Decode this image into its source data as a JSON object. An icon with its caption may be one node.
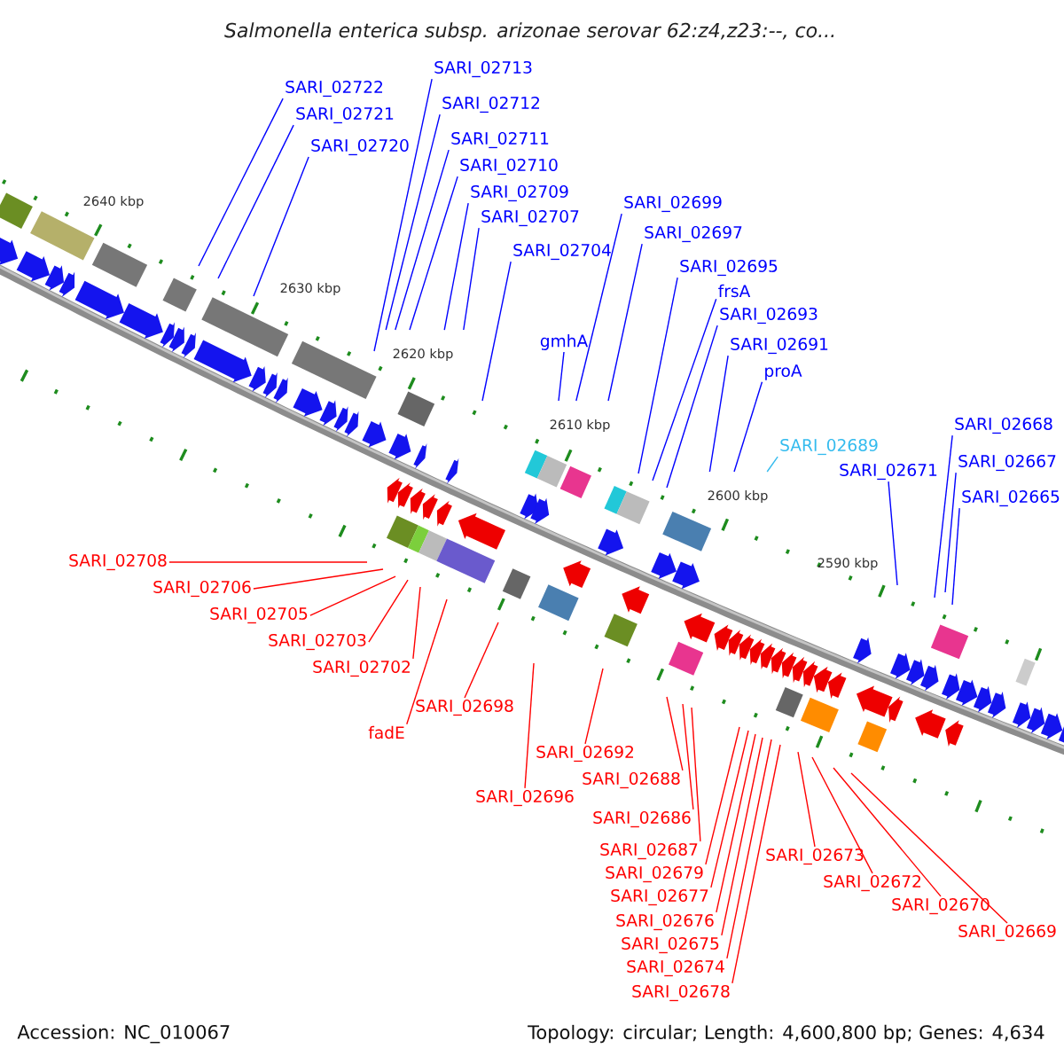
{
  "diagram": {
    "title": "Salmonella enterica subsp. arizonae serovar 62:z4,z23:--, co...",
    "nodes": [
      {
        "text": [
          "SARI_02722"
        ]
      },
      {
        "text": [
          "SARI_02721"
        ]
      },
      {
        "text": [
          "SARI_02720"
        ]
      },
      {
        "text": [
          "SARI_02713"
        ]
      },
      {
        "text": [
          "SARI_02712"
        ]
      },
      {
        "text": [
          "SARI_02711"
        ]
      },
      {
        "text": [
          "SARI_02710"
        ]
      },
      {
        "text": [
          "SARI_02709"
        ]
      },
      {
        "text": [
          "SARI_02707"
        ]
      },
      {
        "text": [
          "SARI_02704"
        ]
      },
      {
        "text": [
          "SARI_02699"
        ]
      },
      {
        "text": [
          "SARI_02697"
        ]
      },
      {
        "text": [
          "SARI_02695"
        ]
      },
      {
        "text": [
          "frsA"
        ]
      },
      {
        "text": [
          "SARI_02693"
        ]
      },
      {
        "text": [
          "SARI_02691"
        ]
      },
      {
        "text": [
          "gmhA"
        ]
      },
      {
        "text": [
          "proA"
        ]
      },
      {
        "text": [
          "SARI_02689"
        ]
      },
      {
        "text": [
          "SARI_02671"
        ]
      },
      {
        "text": [
          "SARI_02668"
        ]
      },
      {
        "text": [
          "SARI_02667"
        ]
      },
      {
        "text": [
          "SARI_02665"
        ]
      },
      {
        "text": [
          "SARI_02708"
        ]
      },
      {
        "text": [
          "SARI_02706"
        ]
      },
      {
        "text": [
          "SARI_02705"
        ]
      },
      {
        "text": [
          "SARI_02703"
        ]
      },
      {
        "text": [
          "SARI_02702"
        ]
      },
      {
        "text": [
          "fadE"
        ]
      },
      {
        "text": [
          "SARI_02698"
        ]
      },
      {
        "text": [
          "SARI_02696"
        ]
      },
      {
        "text": [
          "SARI_02692"
        ]
      },
      {
        "text": [
          "SARI_02688"
        ]
      },
      {
        "text": [
          "SARI_02686"
        ]
      },
      {
        "text": [
          "SARI_02687"
        ]
      },
      {
        "text": [
          "SARI_02678"
        ]
      },
      {
        "text": [
          "SARI_02674"
        ]
      },
      {
        "text": [
          "SARI_02675"
        ]
      },
      {
        "text": [
          "SARI_02676"
        ]
      },
      {
        "text": [
          "SARI_02677"
        ]
      },
      {
        "text": [
          "SARI_02679"
        ]
      },
      {
        "text": [
          "SARI_02673"
        ]
      },
      {
        "text": [
          "SARI_02672"
        ]
      },
      {
        "text": [
          "SARI_02670"
        ]
      },
      {
        "text": [
          "SARI_02669"
        ]
      }
    ],
    "edges": [
      {
        "from": 0,
        "to": null,
        "arrow": "none"
      },
      {
        "from": 1,
        "to": null,
        "arrow": "none"
      },
      {
        "from": 2,
        "to": null,
        "arrow": "none"
      },
      {
        "from": 3,
        "to": null,
        "arrow": "none"
      },
      {
        "from": 4,
        "to": null,
        "arrow": "none"
      },
      {
        "from": 5,
        "to": null,
        "arrow": "none"
      },
      {
        "from": 6,
        "to": null,
        "arrow": "none"
      },
      {
        "from": 7,
        "to": null,
        "arrow": "none"
      },
      {
        "from": 8,
        "to": null,
        "arrow": "none"
      },
      {
        "from": 9,
        "to": null,
        "arrow": "none"
      },
      {
        "from": 10,
        "to": null,
        "arrow": "none"
      },
      {
        "from": 11,
        "to": null,
        "arrow": "none"
      },
      {
        "from": 12,
        "to": null,
        "arrow": "none"
      },
      {
        "from": 13,
        "to": null,
        "arrow": "none"
      },
      {
        "from": 14,
        "to": null,
        "arrow": "none"
      },
      {
        "from": 15,
        "to": null,
        "arrow": "none"
      },
      {
        "from": 16,
        "to": null,
        "arrow": "none"
      },
      {
        "from": 17,
        "to": null,
        "arrow": "none"
      },
      {
        "from": 18,
        "to": null,
        "arrow": "none",
        "color": "#33bbee"
      },
      {
        "from": 19,
        "to": null,
        "arrow": "none"
      },
      {
        "from": 20,
        "to": null,
        "arrow": "none"
      },
      {
        "from": 21,
        "to": null,
        "arrow": "none"
      },
      {
        "from": 22,
        "to": null,
        "arrow": "none"
      },
      {
        "from": 23,
        "to": null,
        "arrow": "none",
        "color": "#ff0000"
      },
      {
        "from": 24,
        "to": null,
        "arrow": "none",
        "color": "#ff0000"
      },
      {
        "from": 25,
        "to": null,
        "arrow": "none",
        "color": "#ff0000"
      },
      {
        "from": 26,
        "to": null,
        "arrow": "none",
        "color": "#ff0000"
      },
      {
        "from": 27,
        "to": null,
        "arrow": "none",
        "color": "#ff0000"
      },
      {
        "from": 28,
        "to": null,
        "arrow": "none",
        "color": "#ff0000"
      },
      {
        "from": 29,
        "to": null,
        "arrow": "none",
        "color": "#ff0000"
      },
      {
        "from": 30,
        "to": null,
        "arrow": "none",
        "color": "#ff0000"
      },
      {
        "from": 31,
        "to": null,
        "arrow": "none",
        "color": "#ff0000"
      },
      {
        "from": 32,
        "to": null,
        "arrow": "none",
        "color": "#ff0000"
      },
      {
        "from": 33,
        "to": null,
        "arrow": "none",
        "color": "#ff0000"
      },
      {
        "from": 34,
        "to": null,
        "arrow": "none",
        "color": "#ff0000"
      },
      {
        "from": 35,
        "to": null,
        "arrow": "none",
        "color": "#ff0000"
      },
      {
        "from": 36,
        "to": null,
        "arrow": "none",
        "color": "#ff0000"
      },
      {
        "from": 37,
        "to": null,
        "arrow": "none",
        "color": "#ff0000"
      },
      {
        "from": 38,
        "to": null,
        "arrow": "none",
        "color": "#ff0000"
      },
      {
        "from": 39,
        "to": null,
        "arrow": "none",
        "color": "#ff0000"
      },
      {
        "from": 40,
        "to": null,
        "arrow": "none",
        "color": "#ff0000"
      },
      {
        "from": 41,
        "to": null,
        "arrow": "none",
        "color": "#ff0000"
      },
      {
        "from": 42,
        "to": null,
        "arrow": "none",
        "color": "#ff0000"
      },
      {
        "from": 43,
        "to": null,
        "arrow": "none",
        "color": "#ff0000"
      },
      {
        "from": 44,
        "to": null,
        "arrow": "none",
        "color": "#ff0000"
      }
    ],
    "labels": [
      "2640 kbp",
      "2630 kbp",
      "2620 kbp",
      "2610 kbp",
      "2600 kbp",
      "2590 kbp",
      "Accession: NC_010067",
      "Topology: circular; Length: 4,600,800 bp; Genes: 4,634"
    ]
  }
}
